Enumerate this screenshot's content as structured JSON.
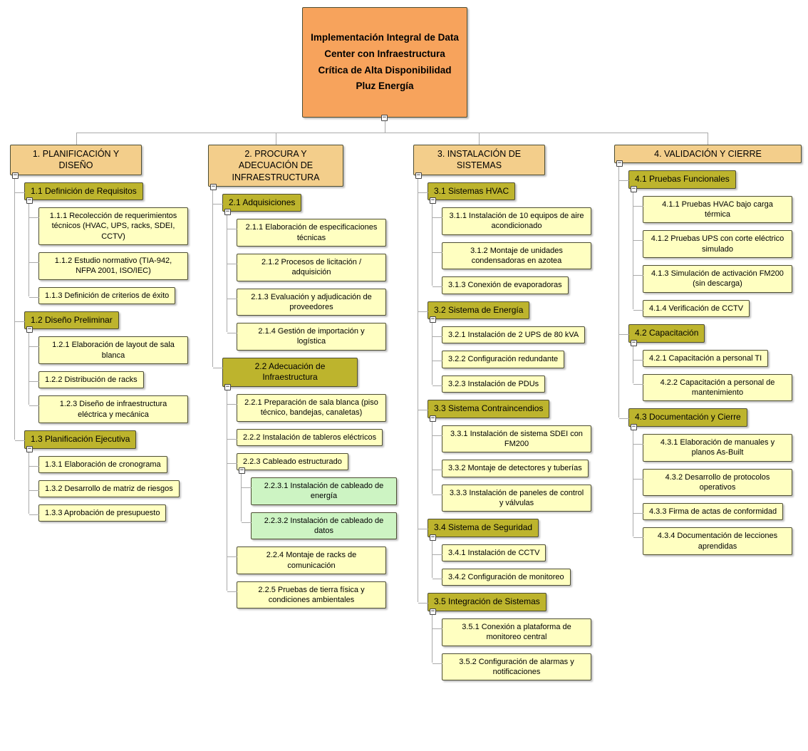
{
  "icons": {
    "collapse_glyph": "−"
  },
  "colors": {
    "root": "#F7A35C",
    "level1": "#F3CE8B",
    "level2": "#BDB42D",
    "level3": "#FFFFC1",
    "level4": "#CDF4C3",
    "border": "#4D4D33",
    "connector": "#AAAAAA"
  },
  "diagram": {
    "root": {
      "label": "Implementación Integral de Data Center con Infraestructura Crítica de Alta Disponibilidad Pluz Energía"
    },
    "branches": [
      {
        "label": "1. PLANIFICACIÓN Y DISEÑO",
        "children": [
          {
            "label": "1.1 Definición de Requisitos",
            "children": [
              {
                "label": "1.1.1 Recolección de requerimientos técnicos (HVAC, UPS, racks, SDEI, CCTV)"
              },
              {
                "label": "1.1.2 Estudio normativo (TIA-942, NFPA 2001, ISO/IEC)"
              },
              {
                "label": "1.1.3 Definición de criterios de éxito"
              }
            ]
          },
          {
            "label": "1.2 Diseño Preliminar",
            "children": [
              {
                "label": "1.2.1 Elaboración de layout de sala blanca"
              },
              {
                "label": "1.2.2 Distribución de racks"
              },
              {
                "label": "1.2.3 Diseño de infraestructura eléctrica y mecánica"
              }
            ]
          },
          {
            "label": "1.3 Planificación Ejecutiva",
            "children": [
              {
                "label": "1.3.1 Elaboración de cronograma"
              },
              {
                "label": "1.3.2 Desarrollo de matriz de riesgos"
              },
              {
                "label": "1.3.3 Aprobación de presupuesto"
              }
            ]
          }
        ]
      },
      {
        "label": "2. PROCURA Y ADECUACIÓN DE INFRAESTRUCTURA",
        "children": [
          {
            "label": "2.1 Adquisiciones",
            "children": [
              {
                "label": "2.1.1 Elaboración de especificaciones técnicas"
              },
              {
                "label": "2.1.2 Procesos de licitación / adquisición"
              },
              {
                "label": "2.1.3 Evaluación y adjudicación de proveedores"
              },
              {
                "label": "2.1.4 Gestión de importación y logística"
              }
            ]
          },
          {
            "label": "2.2 Adecuación de Infraestructura",
            "children": [
              {
                "label": "2.2.1 Preparación de sala blanca (piso técnico, bandejas, canaletas)"
              },
              {
                "label": "2.2.2 Instalación de tableros eléctricos"
              },
              {
                "label": "2.2.3 Cableado estructurado",
                "children": [
                  {
                    "label": "2.2.3.1 Instalación de cableado de energía"
                  },
                  {
                    "label": "2.2.3.2 Instalación de cableado de datos"
                  }
                ]
              },
              {
                "label": "2.2.4 Montaje de racks de comunicación"
              },
              {
                "label": "2.2.5 Pruebas de tierra física y condiciones ambientales"
              }
            ]
          }
        ]
      },
      {
        "label": "3. INSTALACIÓN DE SISTEMAS",
        "children": [
          {
            "label": "3.1 Sistemas HVAC",
            "children": [
              {
                "label": "3.1.1 Instalación de 10 equipos de aire acondicionado"
              },
              {
                "label": "3.1.2 Montaje de unidades condensadoras en azotea"
              },
              {
                "label": "3.1.3 Conexión de evaporadoras"
              }
            ]
          },
          {
            "label": "3.2 Sistema de Energía",
            "children": [
              {
                "label": "3.2.1 Instalación de 2 UPS de 80 kVA"
              },
              {
                "label": "3.2.2 Configuración redundante"
              },
              {
                "label": "3.2.3 Instalación de PDUs"
              }
            ]
          },
          {
            "label": "3.3 Sistema Contraincendios",
            "children": [
              {
                "label": "3.3.1 Instalación de sistema SDEI con FM200"
              },
              {
                "label": "3.3.2 Montaje de detectores y tuberías"
              },
              {
                "label": "3.3.3 Instalación de paneles de control y válvulas"
              }
            ]
          },
          {
            "label": "3.4 Sistema de Seguridad",
            "children": [
              {
                "label": "3.4.1 Instalación de CCTV"
              },
              {
                "label": "3.4.2 Configuración de monitoreo"
              }
            ]
          },
          {
            "label": "3.5 Integración de Sistemas",
            "children": [
              {
                "label": "3.5.1 Conexión a plataforma de monitoreo central"
              },
              {
                "label": "3.5.2 Configuración de alarmas y notificaciones"
              }
            ]
          }
        ]
      },
      {
        "label": "4. VALIDACIÓN Y CIERRE",
        "children": [
          {
            "label": "4.1 Pruebas Funcionales",
            "children": [
              {
                "label": "4.1.1 Pruebas HVAC bajo carga térmica"
              },
              {
                "label": "4.1.2 Pruebas UPS con corte eléctrico simulado"
              },
              {
                "label": "4.1.3 Simulación de activación FM200 (sin descarga)"
              },
              {
                "label": "4.1.4 Verificación de CCTV"
              }
            ]
          },
          {
            "label": "4.2 Capacitación",
            "children": [
              {
                "label": "4.2.1 Capacitación a personal TI"
              },
              {
                "label": "4.2.2 Capacitación a personal de mantenimiento"
              }
            ]
          },
          {
            "label": "4.3 Documentación y Cierre",
            "children": [
              {
                "label": "4.3.1 Elaboración de manuales y planos As-Built"
              },
              {
                "label": "4.3.2 Desarrollo de protocolos operativos"
              },
              {
                "label": "4.3.3 Firma de actas de conformidad"
              },
              {
                "label": "4.3.4 Documentación de lecciones aprendidas"
              }
            ]
          }
        ]
      }
    ]
  }
}
